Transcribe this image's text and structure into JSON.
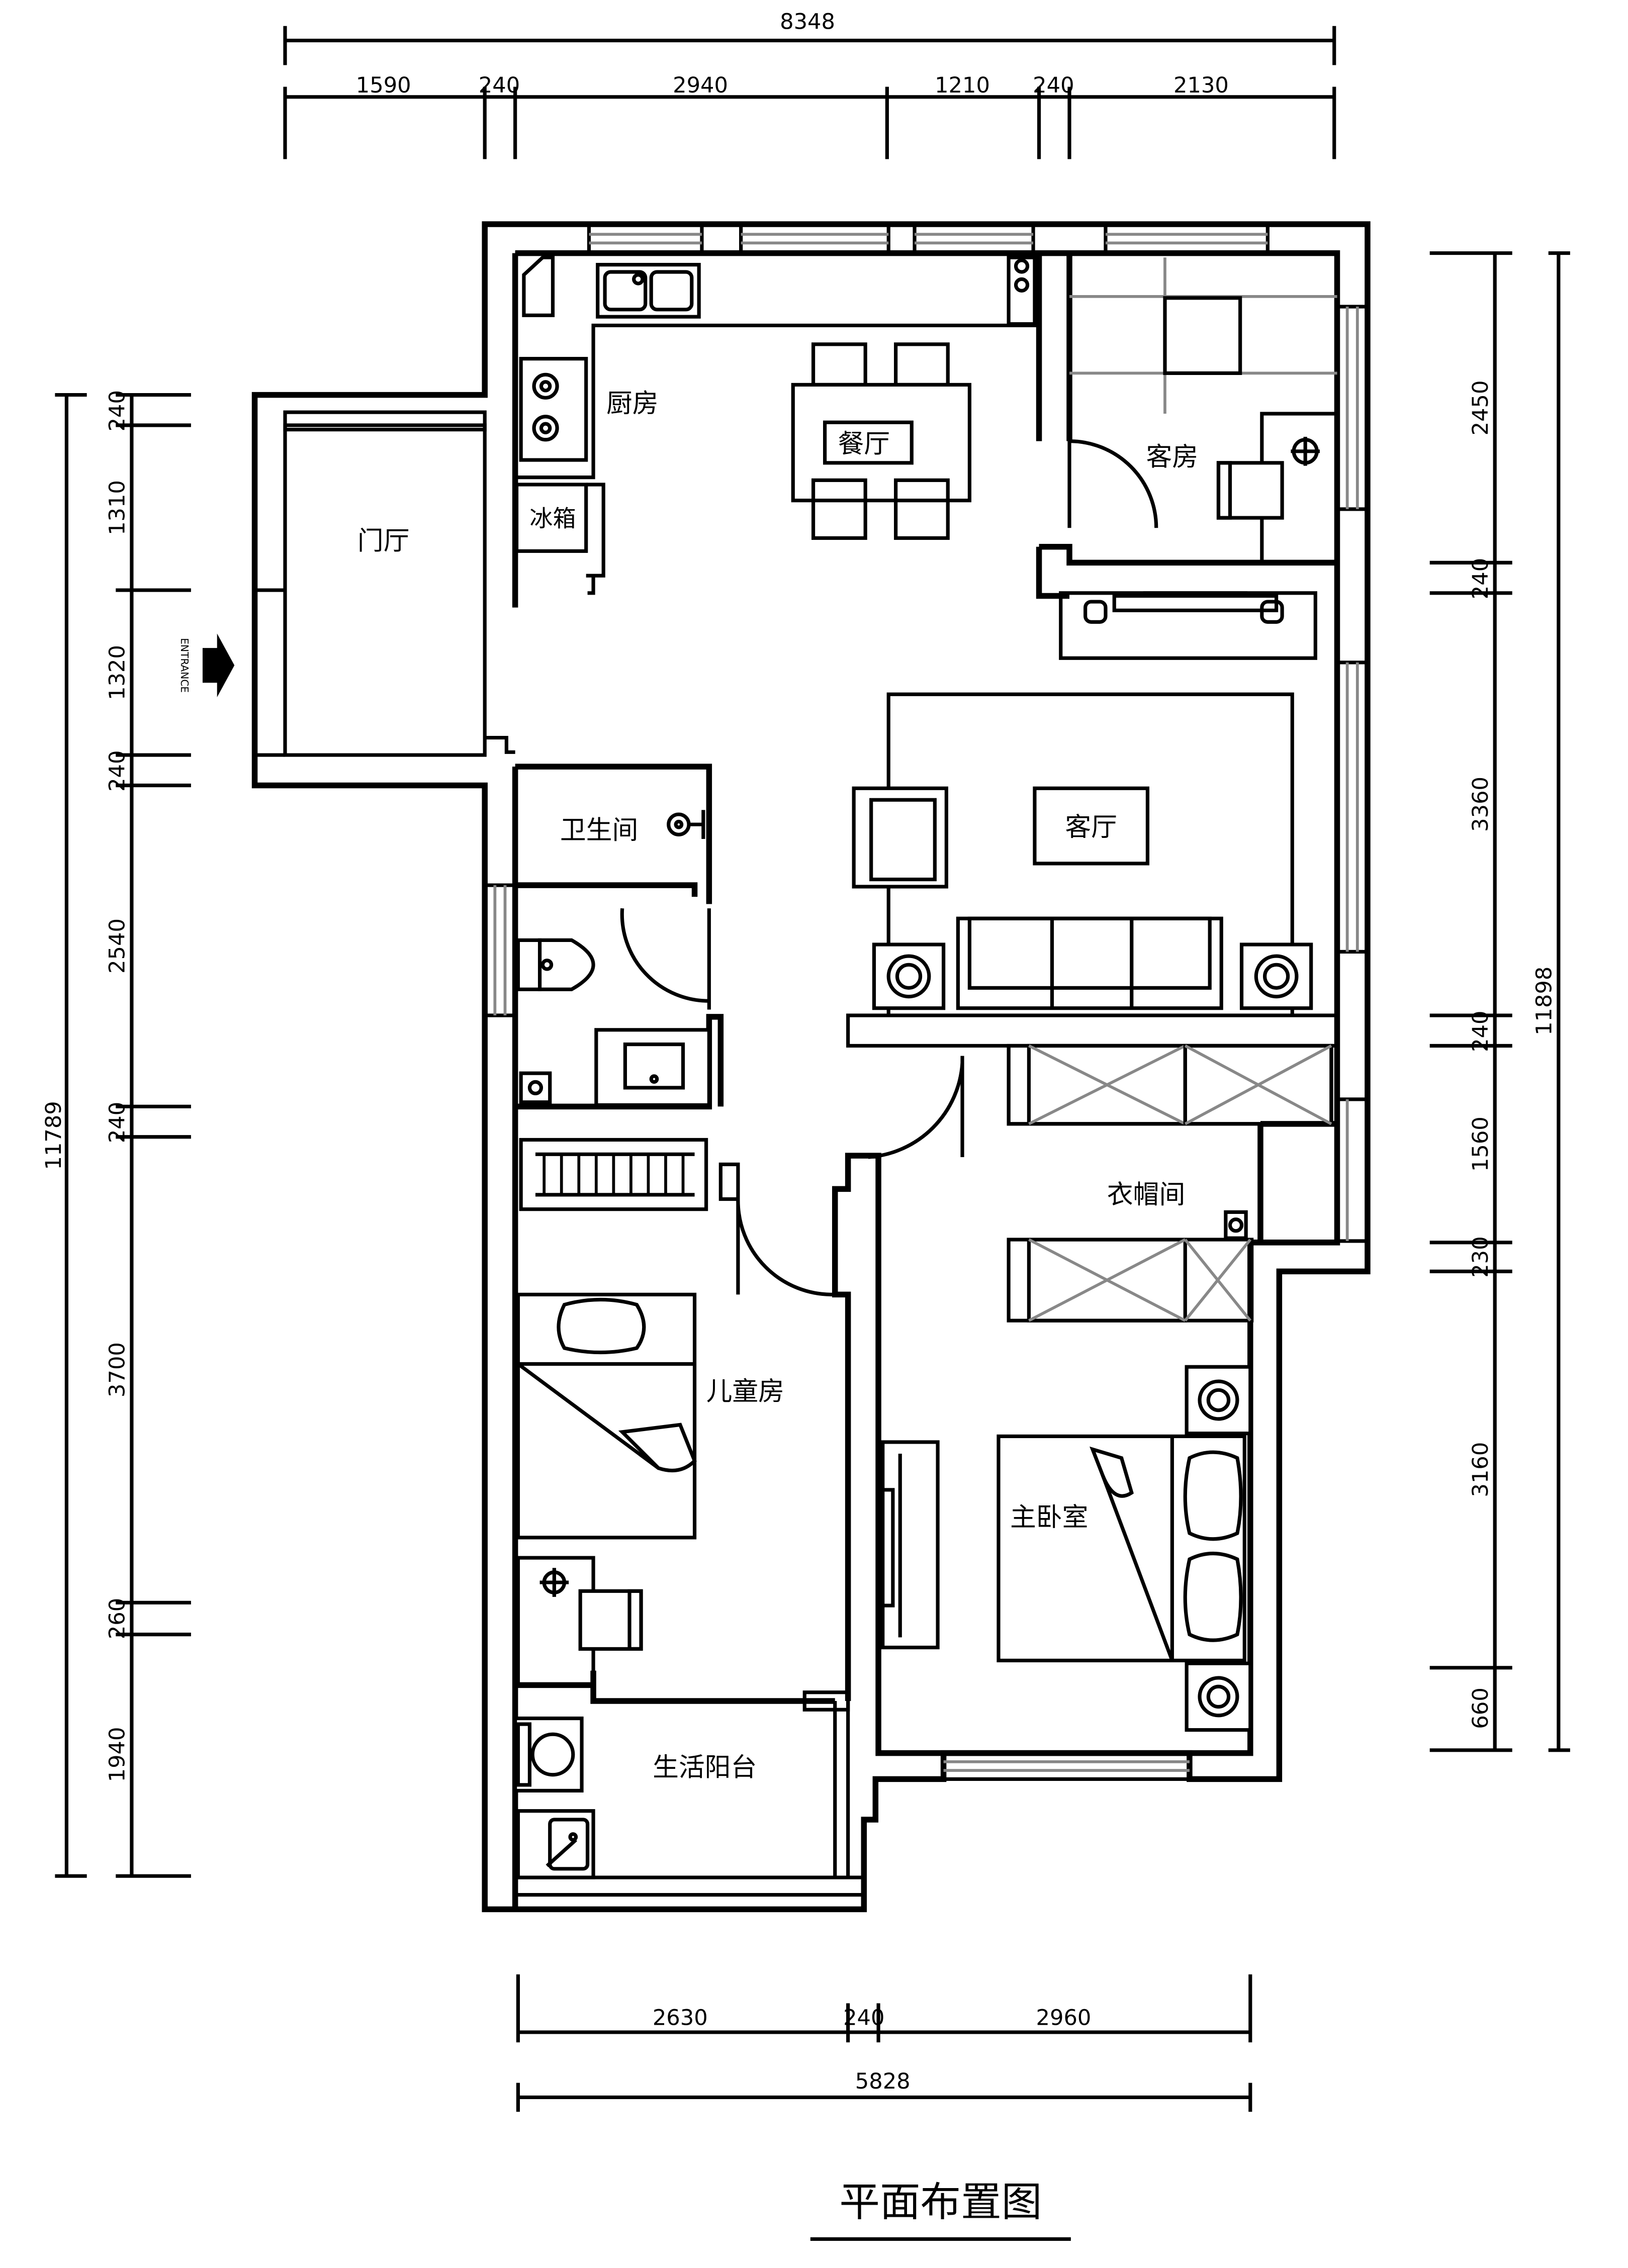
{
  "title": "平面布置图",
  "rooms": {
    "kitchen": "厨房",
    "dining": "餐厅",
    "guest_room": "客房",
    "foyer": "门厅",
    "fridge": "冰箱",
    "bathroom": "卫生间",
    "living_room": "客厅",
    "cloakroom": "衣帽间",
    "kids_room": "儿童房",
    "master_bedroom": "主卧室",
    "utility_balcony": "生活阳台"
  },
  "entrance_label": "ENTRANCE",
  "dimensions": {
    "top_total": "8348",
    "top": [
      "1590",
      "240",
      "2940",
      "1210",
      "240",
      "2130"
    ],
    "bottom_total": "5828",
    "bottom": [
      "2630",
      "240",
      "2960"
    ],
    "left_total": "11789",
    "left": [
      "240",
      "1310",
      "1320",
      "240",
      "2540",
      "240",
      "3700",
      "260",
      "1940"
    ],
    "right_total": "11898",
    "right": [
      "2450",
      "240",
      "3360",
      "240",
      "1560",
      "230",
      "3160",
      "660"
    ]
  }
}
